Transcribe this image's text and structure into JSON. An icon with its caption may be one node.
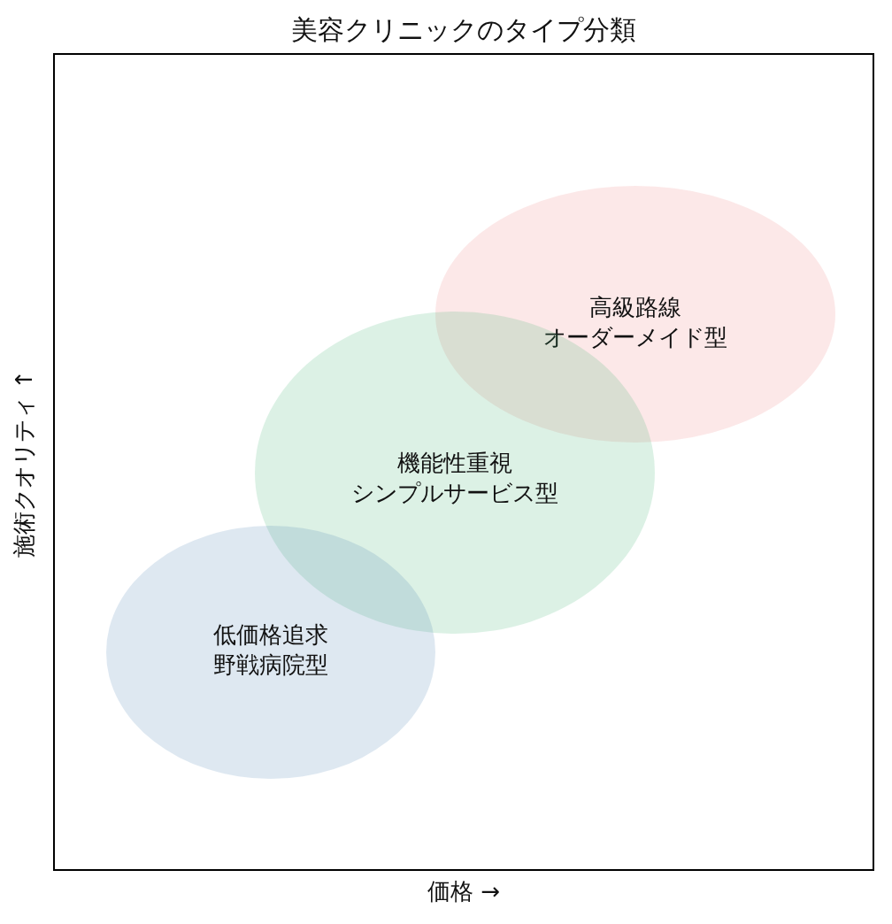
{
  "diagram": {
    "title": "美容クリニックのタイプ分類",
    "nodes": [
      {
        "text": [
          "高級路線",
          "オーダーメイド型"
        ]
      },
      {
        "text": [
          "機能性重視",
          "シンプルサービス型"
        ]
      },
      {
        "text": [
          "低価格追求",
          "野戦病院型"
        ]
      }
    ],
    "labels": [
      "価格 →",
      "施術クオリティ ↑"
    ]
  }
}
